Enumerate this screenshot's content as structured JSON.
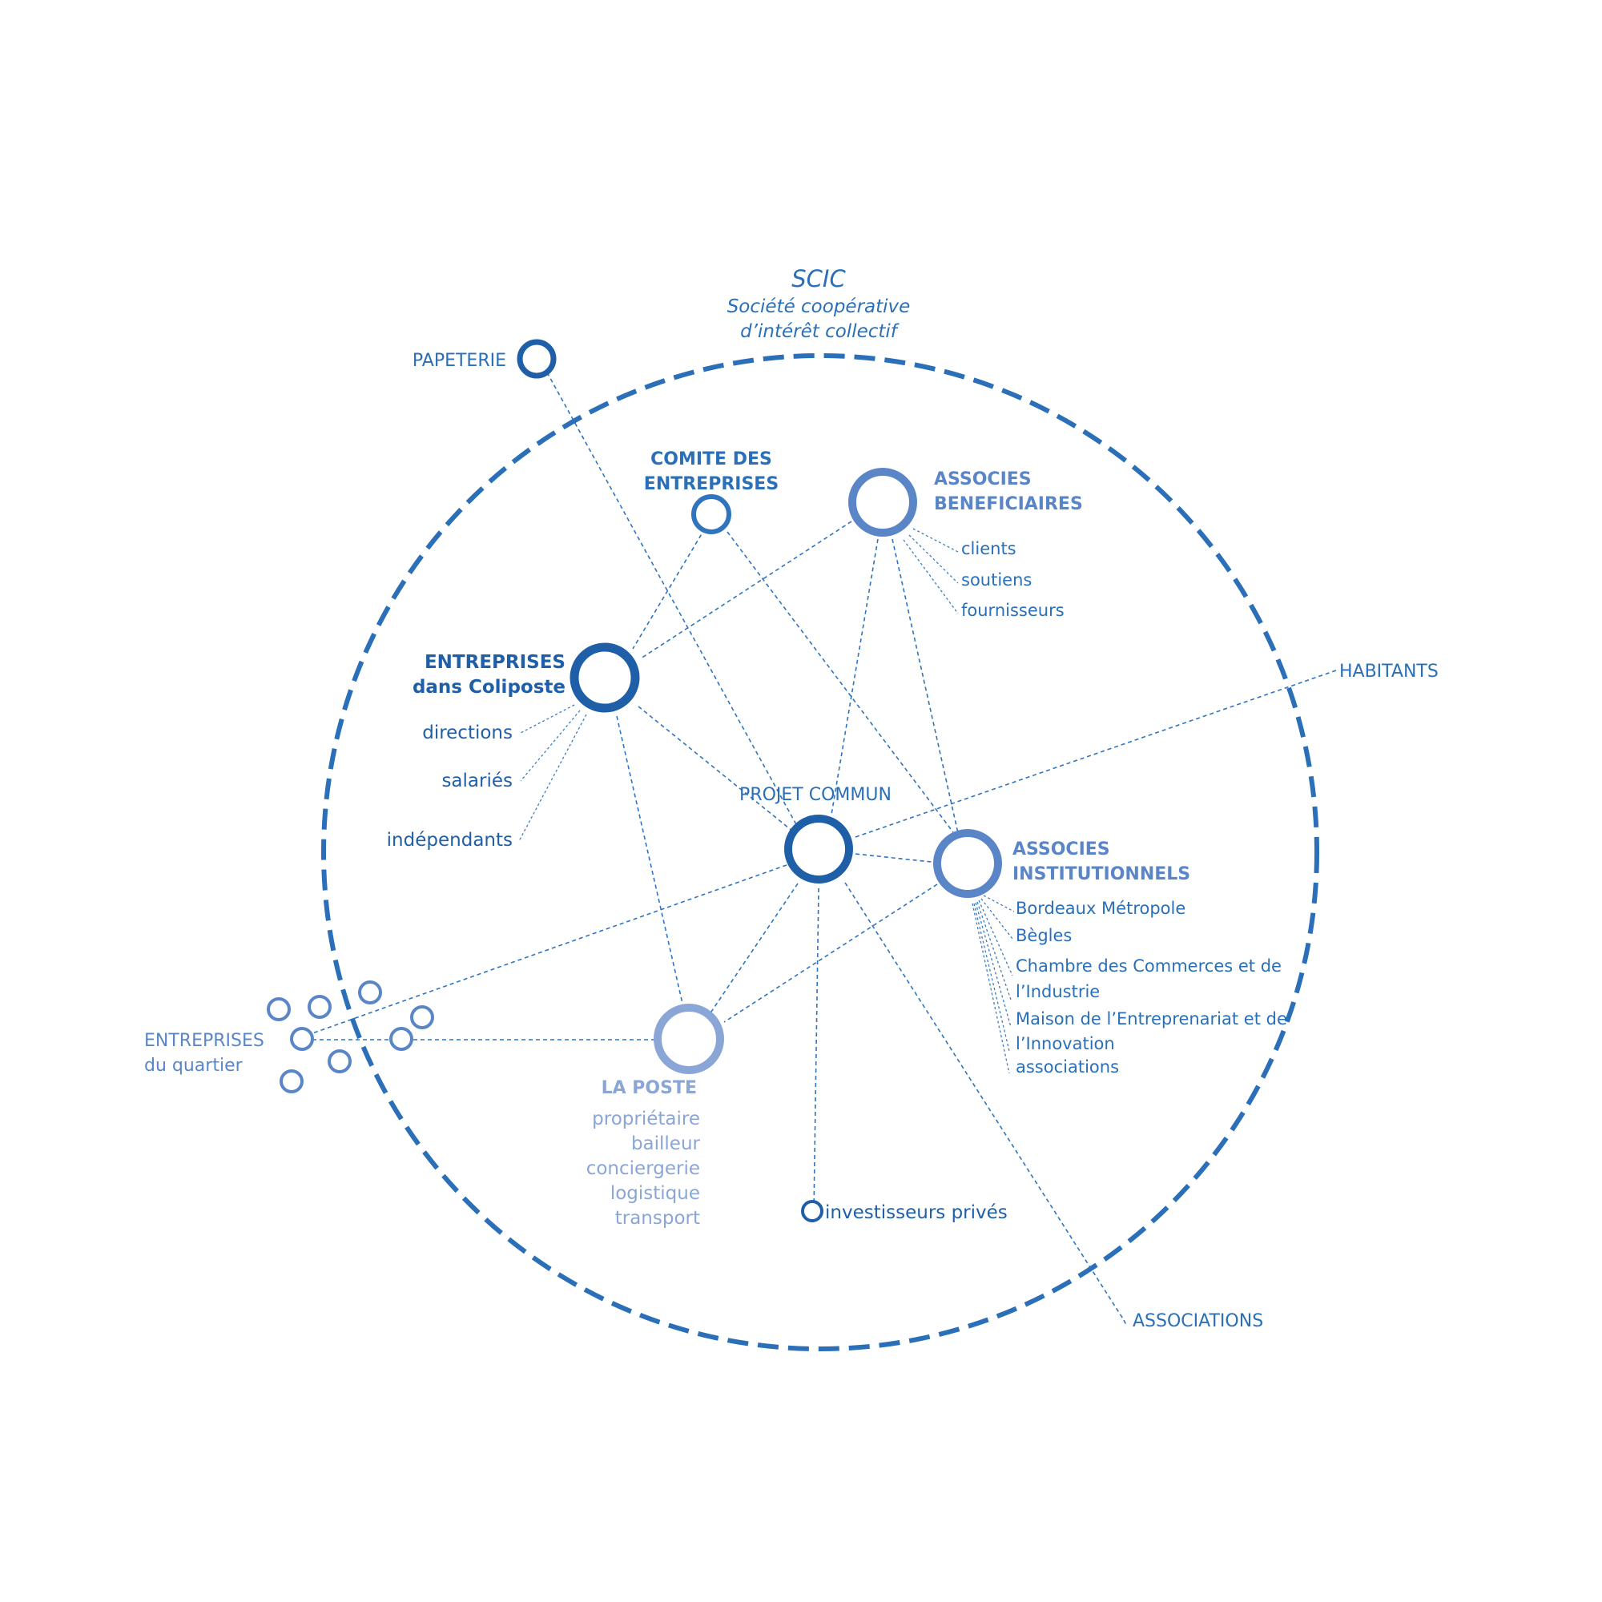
{
  "colors": {
    "primary": "#1f5fa8",
    "mid": "#2f74bd",
    "soft": "#5a86c8",
    "light": "#8aa6d6",
    "background": "#ffffff"
  },
  "title": {
    "main": "SCIC",
    "sub1": "Société coopérative",
    "sub2": "d’intérêt collectif"
  },
  "nodes": {
    "papeterie": "PAPETERIE",
    "comite_line1": "COMITE DES",
    "comite_line2": "ENTREPRISES",
    "beneficiaires_line1": "ASSOCIES",
    "beneficiaires_line2": "BENEFICIAIRES",
    "coliposte_line1": "ENTREPRISES",
    "coliposte_line2": "dans Coliposte",
    "projet": "PROJET COMMUN",
    "institutionnels_line1": "ASSOCIES",
    "institutionnels_line2": "INSTITUTIONNELS",
    "laposte": "LA POSTE",
    "quartier_line1": "ENTREPRISES",
    "quartier_line2": "du quartier",
    "investisseurs": "investisseurs privés",
    "habitants": "HABITANTS",
    "associations": "ASSOCIATIONS"
  },
  "beneficiaires_sub": [
    "clients",
    "soutiens",
    "fournisseurs"
  ],
  "coliposte_sub": [
    "directions",
    "salariés",
    "indépendants"
  ],
  "institutionnels_sub": [
    "Bordeaux Métropole",
    "Bègles",
    "Chambre des Commerces et de",
    "l’Industrie",
    "Maison de l’Entreprenariat et de",
    "l’Innovation",
    "associations"
  ],
  "laposte_sub": [
    "propriétaire",
    "bailleur",
    "conciergerie",
    "logistique",
    "transport"
  ]
}
